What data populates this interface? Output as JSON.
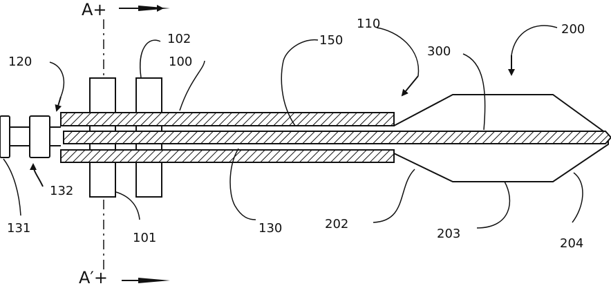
{
  "section_markers": {
    "top": "A+",
    "bottom": "A′+"
  },
  "labels": {
    "l100": "100",
    "l101": "101",
    "l102": "102",
    "l110": "110",
    "l120": "120",
    "l130": "130",
    "l131": "131",
    "l132": "132",
    "l150": "150",
    "l200": "200",
    "l202": "202",
    "l203": "203",
    "l204": "204",
    "l300": "300"
  },
  "colors": {
    "ink": "#111111",
    "background": "#ffffff"
  }
}
